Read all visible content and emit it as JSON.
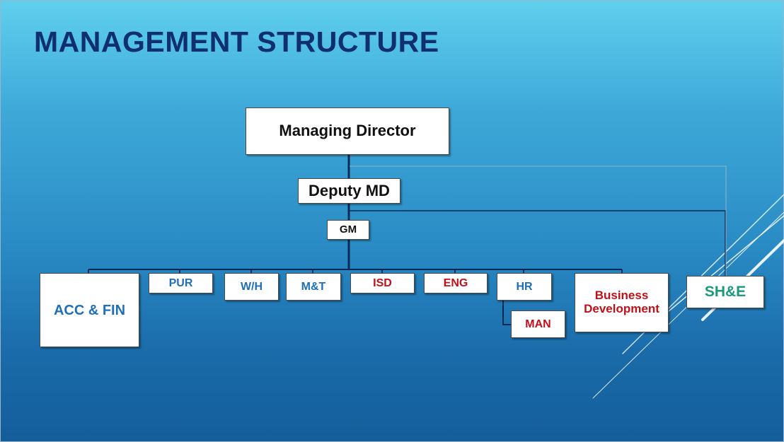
{
  "title": "MANAGEMENT STRUCTURE",
  "nodes": {
    "managing_director": "Managing Director",
    "deputy_md": "Deputy MD",
    "gm": "GM",
    "acc_fin": "ACC & FIN",
    "pur": "PUR",
    "wh": "W/H",
    "mt": "M&T",
    "isd": "ISD",
    "eng": "ENG",
    "hr": "HR",
    "man": "MAN",
    "business_development": "Business Development",
    "she": "SH&E"
  },
  "colors": {
    "title": "#0f2f6e",
    "executive_text": "#111111",
    "blue_text": "#1f6fb8",
    "red_text": "#c0101a",
    "green_text": "#1a9a7a",
    "connector": "#0b2a55"
  }
}
